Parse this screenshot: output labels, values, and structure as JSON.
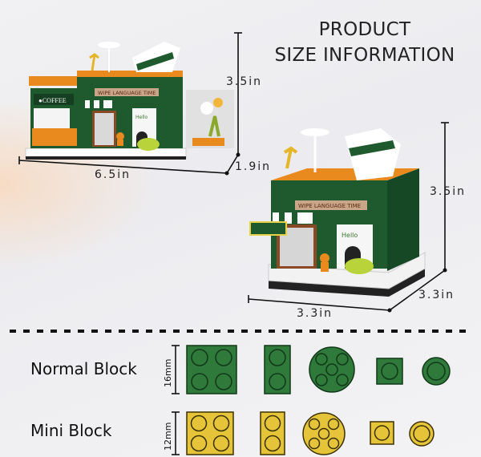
{
  "header": {
    "line1": "PRODUCT",
    "line2": "SIZE INFORMATION"
  },
  "model_wide": {
    "height": "3.5in",
    "width": "6.5in",
    "depth": "1.9in",
    "sign_text": "COFFEE",
    "banner_text": "WIPE LANGUAGE TIME",
    "poster_text": "Hello"
  },
  "model_compact": {
    "height": "3.5in",
    "width": "3.3in",
    "depth": "3.3in",
    "banner_text": "WIPE LANGUAGE TIME",
    "poster_text": "Hello"
  },
  "blocks": {
    "normal": {
      "label": "Normal Block",
      "size": "16mm",
      "color": "#2f7a3b"
    },
    "mini": {
      "label": "Mini Block",
      "size": "12mm",
      "color": "#e6c43a"
    }
  },
  "colors": {
    "building_green": "#1f5a2e",
    "accent_orange": "#e88a1e",
    "divider": "#111111"
  }
}
